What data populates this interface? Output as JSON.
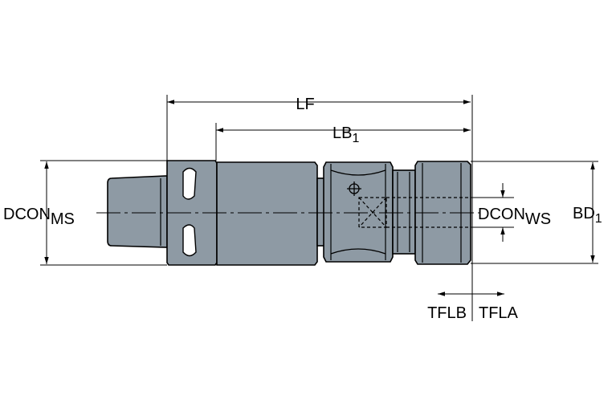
{
  "labels": {
    "lf": "LF",
    "lb_main": "LB",
    "lb_sub": "1",
    "dcon_ms_main": "DCON",
    "dcon_ms_sub": "MS",
    "dcon_ws_main": "DCON",
    "dcon_ws_sub": "WS",
    "bd_main": "BD",
    "bd_sub": "1",
    "tflb": "TFLB",
    "tfla": "TFLA"
  },
  "colors": {
    "body_fill": "#8e9aa4",
    "line": "#000000",
    "background": "#ffffff"
  }
}
